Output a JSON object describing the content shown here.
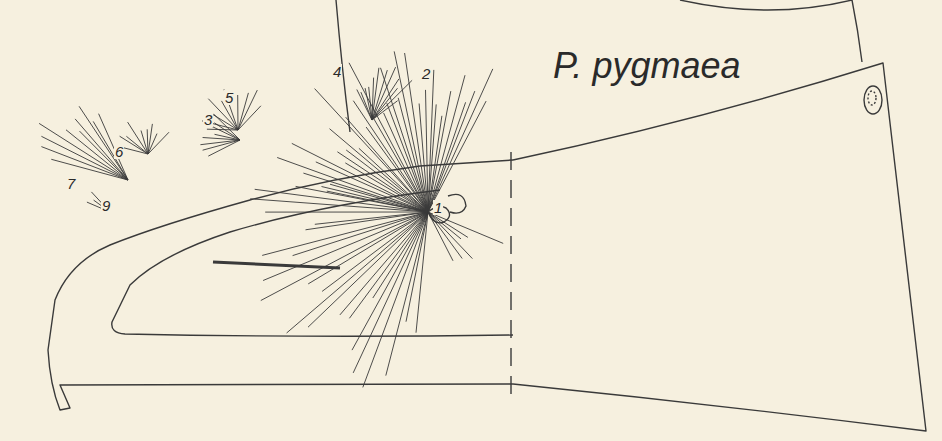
{
  "diagram": {
    "title": "P. pygmaea",
    "labels": [
      "4",
      "2",
      "5",
      "3",
      "6",
      "1",
      "7",
      "9"
    ]
  }
}
